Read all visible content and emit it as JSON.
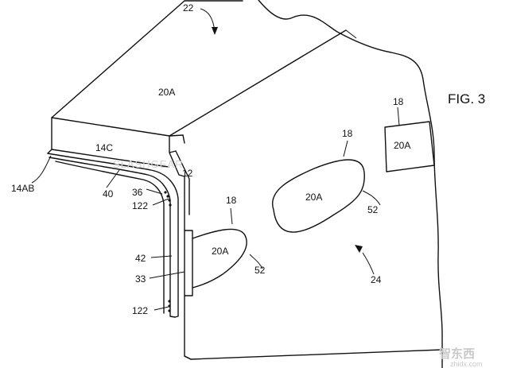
{
  "figure": {
    "title": "FIG. 3"
  },
  "labels": {
    "n22": "22",
    "n20a_top": "20A",
    "n18_right": "18",
    "n20a_right": "20A",
    "n18_mid": "18",
    "n20a_mid": "20A",
    "n52_mid": "52",
    "n14c": "14C",
    "n12": "12",
    "n14ab": "14AB",
    "n40": "40",
    "n36": "36",
    "n122_top": "122",
    "n18_left": "18",
    "n20a_left": "20A",
    "n52_left": "52",
    "n42": "42",
    "n33": "33",
    "n24": "24",
    "n122_bottom": "122"
  },
  "watermark": {
    "text": "SLASHGEAR"
  },
  "corner_logo": {
    "main": "智东西",
    "sub": "zhidx.com"
  }
}
